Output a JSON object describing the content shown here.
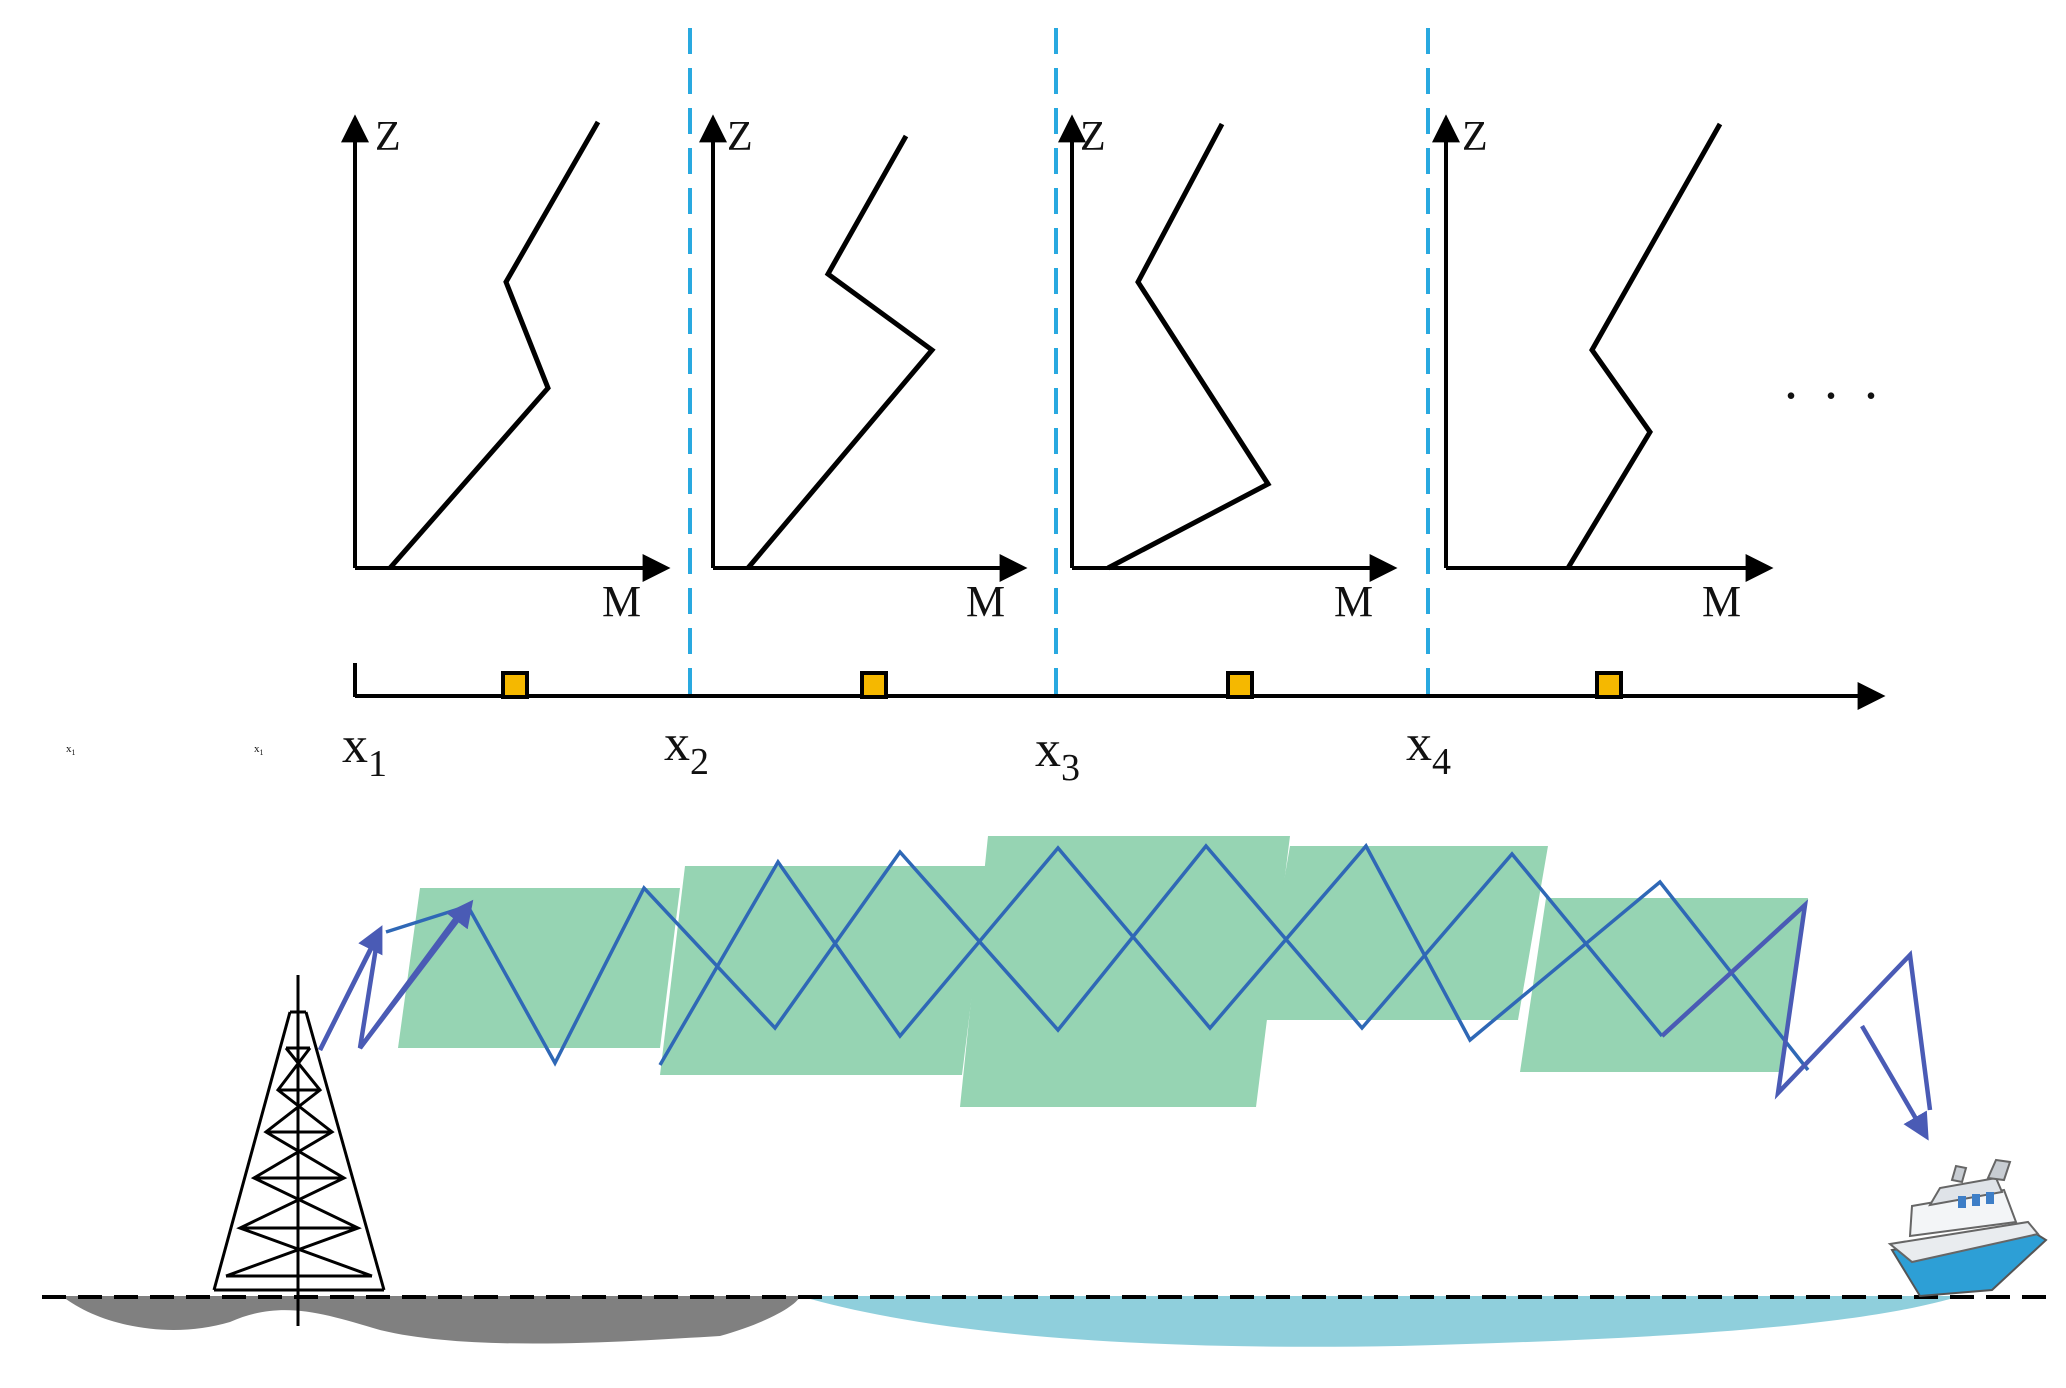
{
  "profiles": [
    {
      "axis_y_label": "Z",
      "axis_x_label": "M"
    },
    {
      "axis_y_label": "Z",
      "axis_x_label": "M"
    },
    {
      "axis_y_label": "Z",
      "axis_x_label": "M"
    },
    {
      "axis_y_label": "Z",
      "axis_x_label": "M"
    }
  ],
  "ellipsis": ". . .",
  "range_axis": {
    "labels": [
      {
        "base": "x",
        "sub": "1"
      },
      {
        "base": "x",
        "sub": "2"
      },
      {
        "base": "x",
        "sub": "3"
      },
      {
        "base": "x",
        "sub": "4"
      }
    ],
    "tiny_labels": [
      {
        "base": "x",
        "sub": "1"
      },
      {
        "base": "x",
        "sub": "1"
      }
    ],
    "marker_color": "#f5b800"
  },
  "colors": {
    "divider": "#29a9e0",
    "duct": "#96d4b3",
    "ray": "#2f68b6",
    "land": "#808080",
    "sea": "#8fcfdc"
  },
  "icons": [
    "antenna-tower-icon",
    "ship-icon"
  ]
}
